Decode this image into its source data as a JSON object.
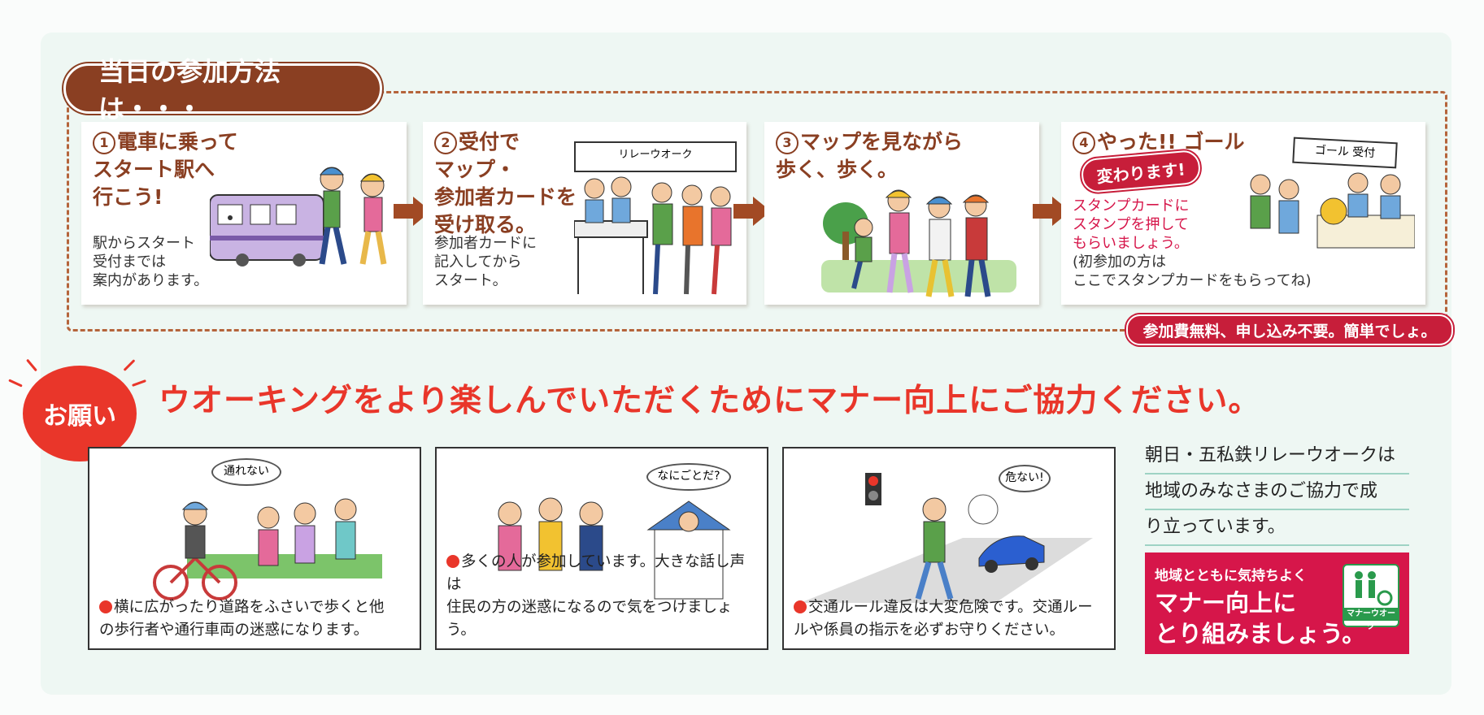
{
  "header": {
    "title": "当日の参加方法は・・・"
  },
  "steps": [
    {
      "num": "1",
      "title": "電車に乗って\nスタート駅へ\n行こう!",
      "desc": "駅からスタート\n受付までは\n案内があります。"
    },
    {
      "num": "2",
      "title": "受付で\nマップ・\n参加者カードを\n受け取る。",
      "desc": "参加者カードに\n記入してから\nスタート。",
      "sign": "リレーウオーク"
    },
    {
      "num": "3",
      "title": "マップを見ながら\n歩く、歩く。"
    },
    {
      "num": "4",
      "title": "やった!! ゴール",
      "badge": "変わります!",
      "desc_red": "スタンプカードに\nスタンプを押して\nもらいましょう。",
      "desc": "(初参加の方は\nここでスタンプカードをもらってね)",
      "sign": "ゴール 受付"
    }
  ],
  "note": "参加費無料、申し込み不要。簡単でしょ。",
  "onegai": {
    "label": "お願い",
    "headline": "ウオーキングをより楽しんでいただくためにマナー向上にご協力ください。"
  },
  "cards": [
    {
      "bubble": "通れない",
      "text": "横に広がったり道路をふさいで歩くと他\nの歩行者や通行車両の迷惑になります。"
    },
    {
      "bubble": "なにごとだ?",
      "text": "多くの人が参加しています。大きな話し声は\n住民の方の迷惑になるので気をつけましょう。"
    },
    {
      "bubble": "危ない!",
      "text": "交通ルール違反は大変危険です。交通ルー\nルや係員の指示を必ずお守りください。"
    }
  ],
  "support": {
    "lines": [
      "朝日・五私鉄リレーウオークは",
      "地域のみなさまのご協力で成",
      "り立っています。"
    ]
  },
  "campaign": {
    "small": "地域とともに気持ちよく",
    "big": "マナー向上に\nとり組みましょう。",
    "logo_label": "マナーウオーク"
  },
  "colors": {
    "brown": "#8a3f22",
    "red": "#e9362a",
    "pink": "#d6164a",
    "green": "#2a9a4c"
  }
}
